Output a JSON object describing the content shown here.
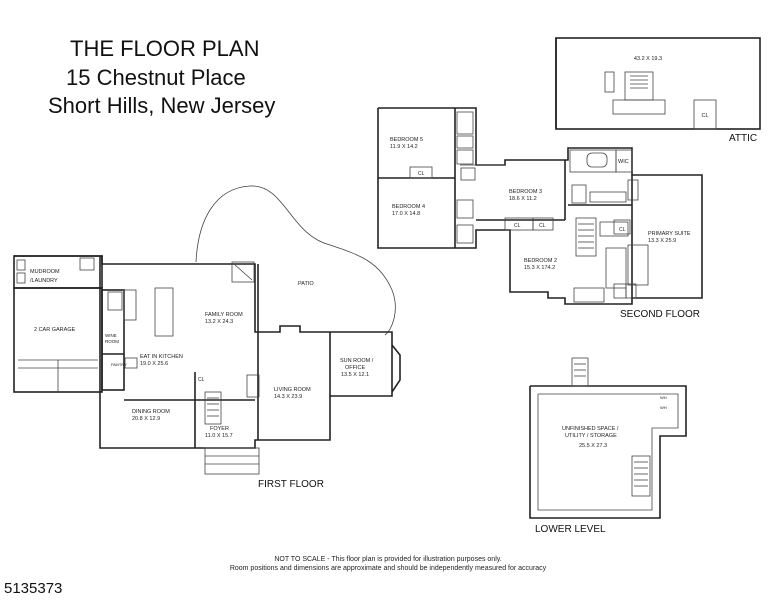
{
  "header": {
    "line1": "THE FLOOR PLAN",
    "line2": "15 Chestnut Place",
    "line3": "Short Hills, New Jersey"
  },
  "floors": {
    "attic": {
      "name": "ATTIC",
      "rooms": {
        "attic_area": "43.2 X 19.3",
        "closet": "CL"
      }
    },
    "second": {
      "name": "SECOND FLOOR",
      "rooms": {
        "bedroom5_name": "BEDROOM 5",
        "bedroom5_dim": "11.9 X 14.2",
        "bedroom4_name": "BEDROOM 4",
        "bedroom4_dim": "17.0 X 14.8",
        "bedroom3_name": "BEDROOM 3",
        "bedroom3_dim": "18.6 X 11.2",
        "bedroom2_name": "BEDROOM 2",
        "bedroom2_dim": "15.3 X 174.2",
        "primary_name": "PRIMARY SUITE",
        "primary_dim": "13.3 X 25.9",
        "wic": "WIC",
        "cl": "CL"
      }
    },
    "first": {
      "name": "FIRST FLOOR",
      "rooms": {
        "mudroom": "MUDROOM",
        "laundry": "/LAUNDRY",
        "garage": "2 CAR GARAGE",
        "wine1": "WINE",
        "wine2": "ROOM",
        "pantry": "PANTRY",
        "family_name": "FAMILY ROOM",
        "family_dim": "13.2 X 24.3",
        "kitchen_name": "EAT IN KITCHEN",
        "kitchen_dim": "19.0 X 25.6",
        "patio": "PATIO",
        "sun_name1": "SUN ROOM /",
        "sun_name2": "OFFICE",
        "sun_dim": "13.5 X 12.1",
        "living_name": "LIVING ROOM",
        "living_dim": "14.3 X 23.9",
        "dining_name": "DINING ROOM",
        "dining_dim": "20.8 X 12.9",
        "foyer_name": "FOYER",
        "foyer_dim": "11.0 X 15.7",
        "cl": "CL"
      }
    },
    "lower": {
      "name": "LOWER LEVEL",
      "rooms": {
        "unf1": "UNFINISHED SPACE /",
        "unf2": "UTILITY / STORAGE",
        "unf_dim": "25.5 X 27.3",
        "wh": "WH"
      }
    }
  },
  "footer": {
    "note1": "NOT TO SCALE - This floor plan is provided for illustration purposes only.",
    "note2": "Room positions and dimensions are approximate and should be independently measured for accuracy",
    "mls_number": "5135373"
  }
}
